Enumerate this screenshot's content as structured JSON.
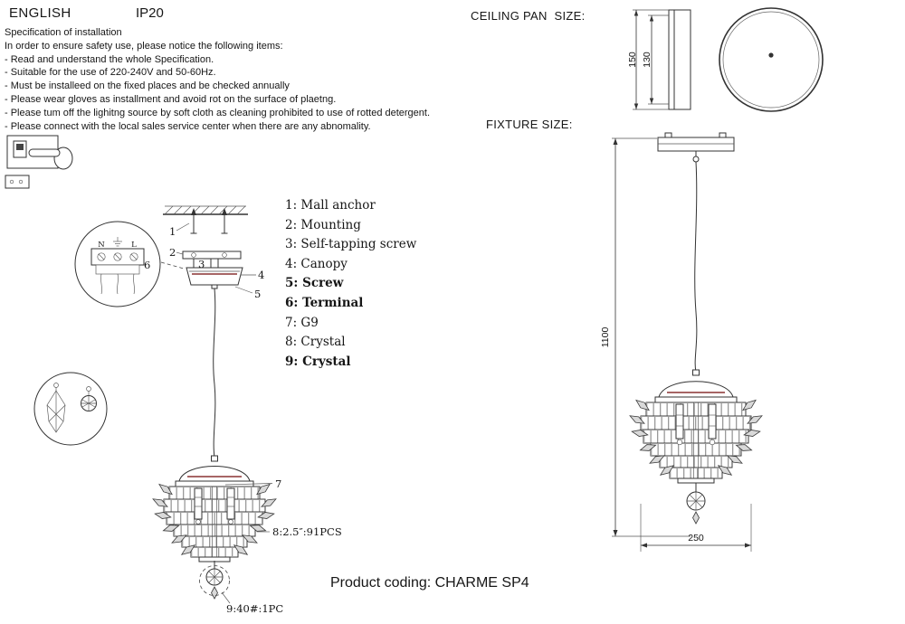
{
  "header": {
    "language": "ENGLISH",
    "ip_rating": "IP20"
  },
  "spec": {
    "title": "Specification of installation",
    "intro": "In order to ensure safety use, please notice the following items:",
    "items": [
      "- Read and understand the whole Specification.",
      "- Suitable for the use of 220-240V and 50-60Hz.",
      "- Must be installeed on the fixed places and be checked annually",
      "- Please wear gloves as installment and avoid rot on the surface of plaetng.",
      "- Please tum off the lighitng source by soft cloth as cleaning prohibited to use of rotted detergent.",
      "- Please connect with the local sales service center when there are any abnomality."
    ]
  },
  "ceiling_pan": {
    "label": "CEILING PAN  SIZE:",
    "outer_dim": "150",
    "inner_dim": "130"
  },
  "fixture": {
    "label": "FIXTURE SIZE:",
    "height_dim": "1100",
    "width_dim": "250"
  },
  "parts": [
    "1: Mall anchor",
    "2: Mounting",
    "3: Self-tapping screw",
    "4: Canopy",
    "5: Screw",
    "6: Terminal",
    "7: G9",
    "8: Crystal",
    "9: Crystal"
  ],
  "callouts": {
    "c1": "1",
    "c2": "2",
    "c3": "3",
    "c4": "4",
    "c5": "5",
    "c6": "6",
    "c7": "7",
    "crystal_small": "8:2.5″:91PCS",
    "crystal_ball": "9:40#:1PC"
  },
  "terminal_labels": {
    "neutral": "N",
    "live": "L"
  },
  "footer": {
    "product_coding": "Product coding: CHARME SP4"
  }
}
